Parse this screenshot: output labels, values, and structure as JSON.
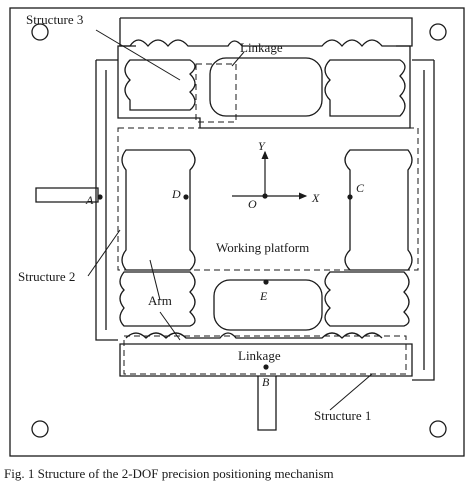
{
  "labels": {
    "structure3": "Structure 3",
    "linkage_top": "Linkage",
    "linkage_bottom": "Linkage",
    "structure2": "Structure 2",
    "structure1": "Structure 1",
    "arm": "Arm",
    "working_platform": "Working platform"
  },
  "points": {
    "A": "A",
    "B": "B",
    "C": "C",
    "D": "D",
    "E": "E",
    "O": "O"
  },
  "axes": {
    "x": "X",
    "y": "Y"
  },
  "caption": "Fig. 1    Structure of the 2-DOF precision positioning mechanism",
  "colors": {
    "line": "#1a1a1a",
    "background": "#ffffff"
  }
}
